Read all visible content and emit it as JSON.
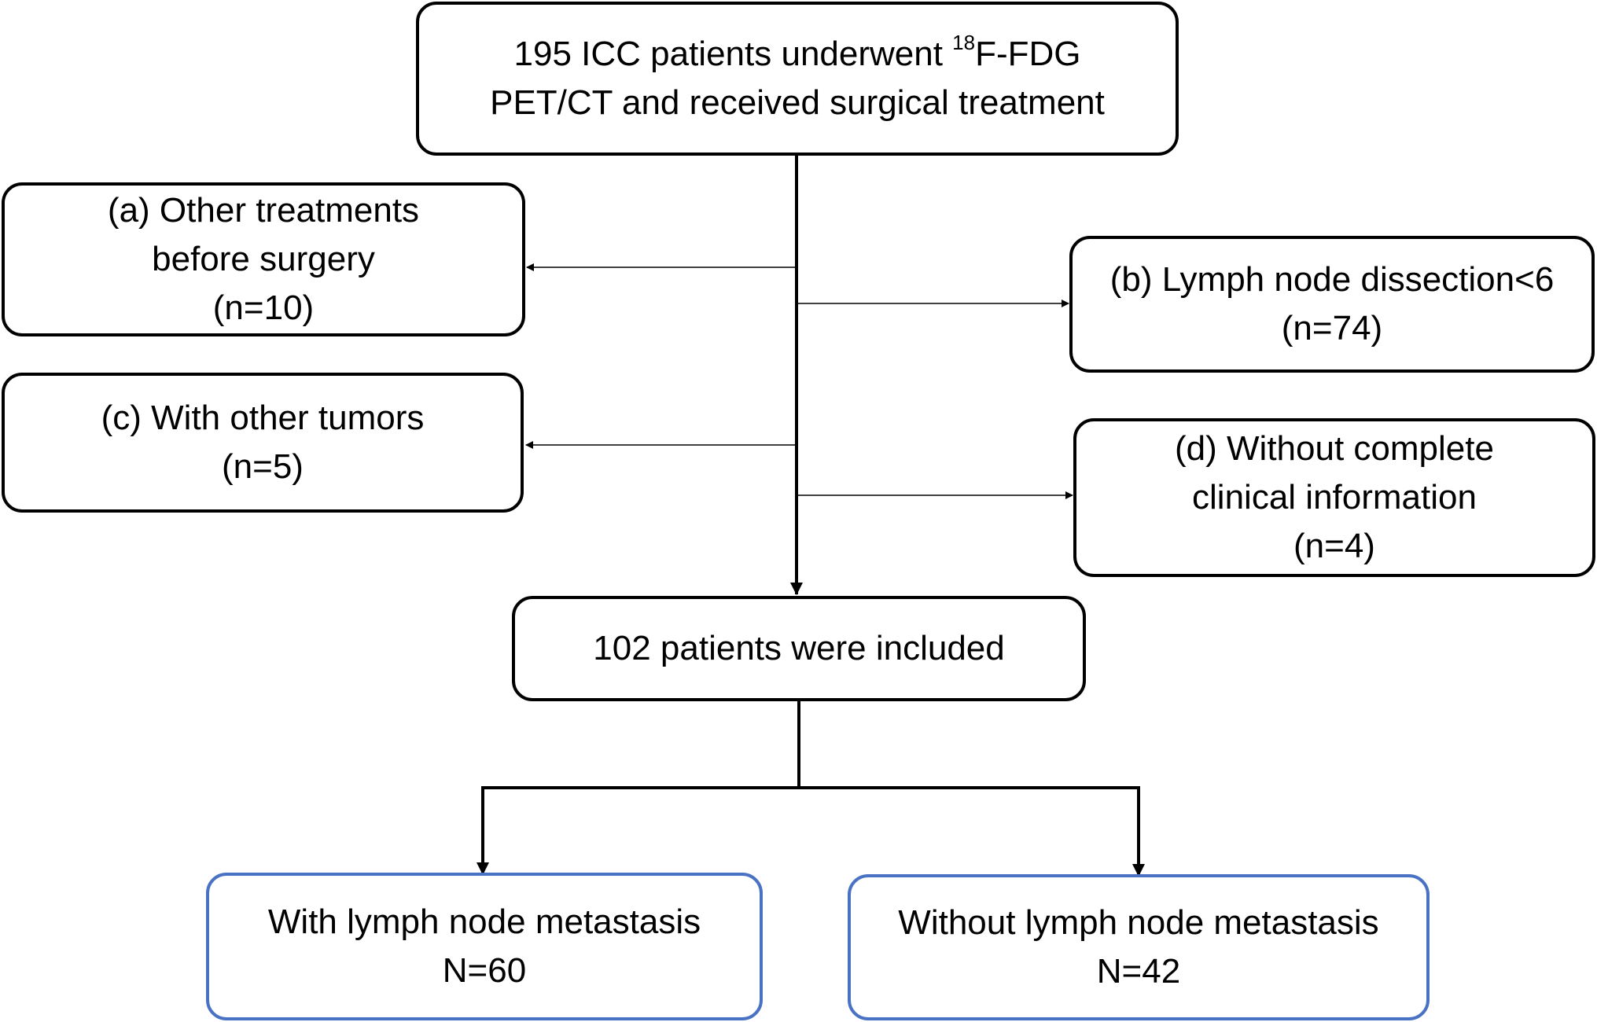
{
  "diagram": {
    "start": {
      "line1_prefix": "195 ICC patients underwent ",
      "line1_sup": "18",
      "line1_suffix": "F-FDG",
      "line2": "PET/CT and received surgical treatment"
    },
    "exclusions": [
      {
        "id": "a",
        "lines": [
          "(a) Other treatments",
          "before surgery",
          "(n=10)"
        ]
      },
      {
        "id": "b",
        "lines": [
          "(b) Lymph node dissection<6",
          "(n=74)"
        ]
      },
      {
        "id": "c",
        "lines": [
          "(c) With other tumors",
          "(n=5)"
        ]
      },
      {
        "id": "d",
        "lines": [
          "(d) Without complete",
          "clinical information",
          "(n=4)"
        ]
      }
    ],
    "included": {
      "label": "102 patients were included"
    },
    "groups": [
      {
        "label": "With lymph node metastasis",
        "count": "N=60"
      },
      {
        "label": "Without lymph node metastasis",
        "count": "N=42"
      }
    ],
    "colors": {
      "box_border": "#000000",
      "group_border": "#4a72c4",
      "line": "#000000"
    }
  }
}
